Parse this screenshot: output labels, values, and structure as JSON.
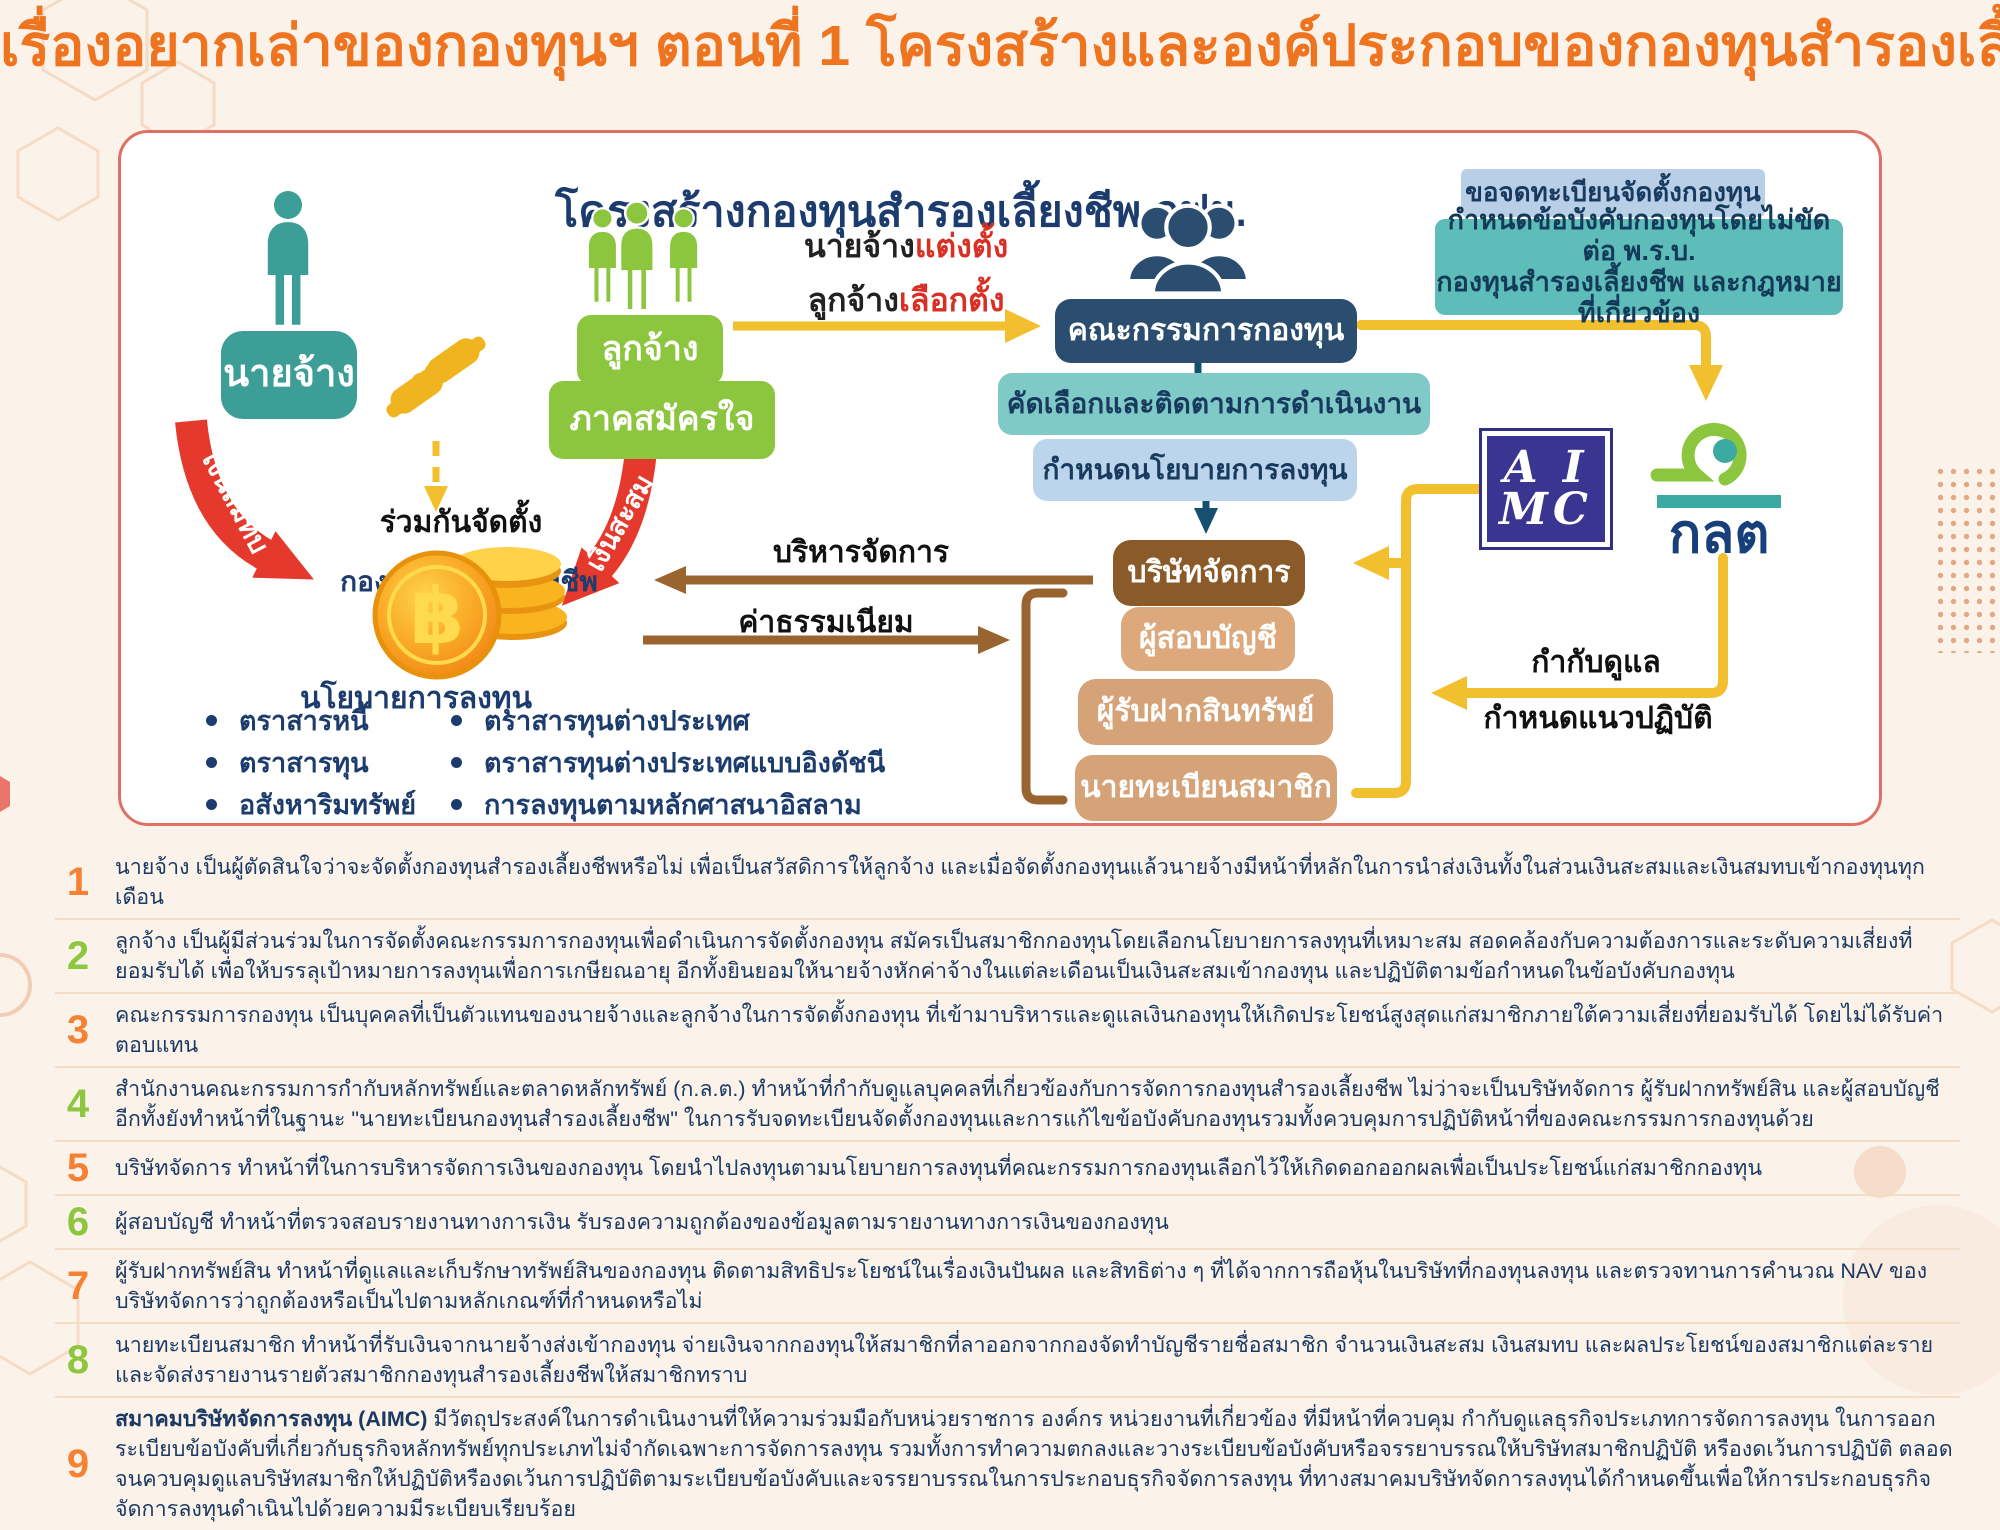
{
  "page_title": {
    "part1": "เรื่องอยากเล่าของกองทุนฯ ตอนที่ 1",
    "part2": "โครงสร้างและองค์ประกอบของกองทุนสำรองเลี้ยงชีพ"
  },
  "diagram": {
    "title": "โครงสร้างกองทุนสำรองเลี้ยงชีพ กฟผ.",
    "employer_label": "นายจ้าง",
    "employee_label_1": "ลูกจ้าง",
    "employee_label_2": "ภาคสมัครใจ",
    "joint_setup": "ร่วมกันจัดตั้ง",
    "fund_name": "กองทุนสำรองเลี้ยงชีพ",
    "contribution_employer": "เงินสมทบ",
    "contribution_employee": "เงินสะสม",
    "appoint_black_1": "นายจ้าง",
    "appoint_red_1": "แต่งตั้ง",
    "appoint_black_2": "ลูกจ้าง",
    "appoint_red_2": "เลือกตั้ง",
    "committee": "คณะกรรมการกองทุน",
    "committee_role_1": "คัดเลือกและติดตามการดำเนินงาน",
    "committee_role_2": "กำหนดนโยบายการลงทุน",
    "register_box": "ขอจดทะเบียนจัดตั้งกองทุน",
    "rules_box_line1": "กำหนดข้อบังคับกองทุนโดยไม่ขัดต่อ พ.ร.บ.",
    "rules_box_line2": "กองทุนสำรองเลี้ยงชีพ และกฎหมายที่เกี่ยวข้อง",
    "manager_box": "บริษัทจัดการ",
    "auditor_box": "ผู้สอบบัญชี",
    "custodian_box": "ผู้รับฝากสินทรัพย์",
    "registrar_box": "นายทะเบียนสมาชิก",
    "manage_arrow_label": "บริหารจัดการ",
    "fee_arrow_label": "ค่าธรรมเนียม",
    "supervise_line1": "กำกับดูแล",
    "supervise_line2": "กำหนดแนวปฏิบัติ",
    "aimc_line1": "A I",
    "aimc_line2": "MC",
    "sec_label": "กลต",
    "baht_symbol": "฿",
    "policy_title": "นโยบายการลงทุน",
    "policy_left": [
      "ตราสารหนี้",
      "ตราสารทุน",
      "อสังหาริมทรัพย์"
    ],
    "policy_right": [
      "ตราสารทุนต่างประเทศ",
      "ตราสารทุนต่างประเทศแบบอิงดัชนี",
      "การลงทุนตามหลักศาสนาอิสลาม"
    ]
  },
  "notes": [
    {
      "num": "1",
      "bold": "",
      "text": "นายจ้าง เป็นผู้ตัดสินใจว่าจะจัดตั้งกองทุนสำรองเลี้ยงชีพหรือไม่ เพื่อเป็นสวัสดิการให้ลูกจ้าง และเมื่อจัดตั้งกองทุนแล้วนายจ้างมีหน้าที่หลักในการนำส่งเงินทั้งในส่วนเงินสะสมและเงินสมทบเข้ากองทุนทุกเดือน"
    },
    {
      "num": "2",
      "bold": "",
      "text": "ลูกจ้าง เป็นผู้มีส่วนร่วมในการจัดตั้งคณะกรรมการกองทุนเพื่อดำเนินการจัดตั้งกองทุน สมัครเป็นสมาชิกกองทุนโดยเลือกนโยบายการลงทุนที่เหมาะสม สอดคล้องกับความต้องการและระดับความเสี่ยงที่ยอมรับได้ เพื่อให้บรรลุเป้าหมายการลงทุนเพื่อการเกษียณอายุ อีกทั้งยินยอมให้นายจ้างหักค่าจ้างในแต่ละเดือนเป็นเงินสะสมเข้ากองทุน และปฏิบัติตามข้อกำหนดในข้อบังคับกองทุน"
    },
    {
      "num": "3",
      "bold": "",
      "text": "คณะกรรมการกองทุน เป็นบุคคลที่เป็นตัวแทนของนายจ้างและลูกจ้างในการจัดตั้งกองทุน ที่เข้ามาบริหารและดูแลเงินกองทุนให้เกิดประโยชน์สูงสุดแก่สมาชิกภายใต้ความเสี่ยงที่ยอมรับได้ โดยไม่ได้รับค่าตอบแทน"
    },
    {
      "num": "4",
      "bold": "",
      "text": "สำนักงานคณะกรรมการกำกับหลักทรัพย์และตลาดหลักทรัพย์ (ก.ล.ต.) ทำหน้าที่กำกับดูแลบุคคลที่เกี่ยวข้องกับการจัดการกองทุนสำรองเลี้ยงชีพ ไม่ว่าจะเป็นบริษัทจัดการ ผู้รับฝากทรัพย์สิน และผู้สอบบัญชี อีกทั้งยังทำหน้าที่ในฐานะ \"นายทะเบียนกองทุนสำรองเลี้ยงชีพ\" ในการรับจดทะเบียนจัดตั้งกองทุนและการแก้ไขข้อบังคับกองทุนรวมทั้งควบคุมการปฏิบัติหน้าที่ของคณะกรรมการกองทุนด้วย"
    },
    {
      "num": "5",
      "bold": "",
      "text": "บริษัทจัดการ ทำหน้าที่ในการบริหารจัดการเงินของกองทุน โดยนำไปลงทุนตามนโยบายการลงทุนที่คณะกรรมการกองทุนเลือกไว้ให้เกิดดอกออกผลเพื่อเป็นประโยชน์แก่สมาชิกกองทุน"
    },
    {
      "num": "6",
      "bold": "",
      "text": "ผู้สอบบัญชี ทำหน้าที่ตรวจสอบรายงานทางการเงิน รับรองความถูกต้องของข้อมูลตามรายงานทางการเงินของกองทุน"
    },
    {
      "num": "7",
      "bold": "",
      "text": "ผู้รับฝากทรัพย์สิน ทำหน้าที่ดูแลและเก็บรักษาทรัพย์สินของกองทุน ติดตามสิทธิประโยชน์ในเรื่องเงินปันผล และสิทธิต่าง ๆ ที่ได้จากการถือหุ้นในบริษัทที่กองทุนลงทุน และตรวจทานการคำนวณ NAV ของบริษัทจัดการว่าถูกต้องหรือเป็นไปตามหลักเกณฑ์ที่กำหนดหรือไม่"
    },
    {
      "num": "8",
      "bold": "",
      "text": "นายทะเบียนสมาชิก ทำหน้าที่รับเงินจากนายจ้างส่งเข้ากองทุน จ่ายเงินจากกองทุนให้สมาชิกที่ลาออกจากกองจัดทำบัญชีรายชื่อสมาชิก จำนวนเงินสะสม เงินสมทบ และผลประโยชน์ของสมาชิกแต่ละรายและจัดส่งรายงานรายตัวสมาชิกกองทุนสำรองเลี้ยงชีพให้สมาชิกทราบ"
    },
    {
      "num": "9",
      "bold": "สมาคมบริษัทจัดการลงทุน (AIMC)",
      "text": " มีวัตถุประสงค์ในการดำเนินงานที่ให้ความร่วมมือกับหน่วยราชการ องค์กร หน่วยงานที่เกี่ยวข้อง ที่มีหน้าที่ควบคุม กำกับดูแลธุรกิจประเภทการจัดการลงทุน ในการออกระเบียบข้อบังคับที่เกี่ยวกับธุรกิจหลักทรัพย์ทุกประเภทไม่จำกัดเฉพาะการจัดการลงทุน รวมทั้งการทำความตกลงและวางระเบียบข้อบังคับหรือจรรยาบรรณให้บริษัทสมาชิกปฏิบัติ หรืองดเว้นการปฏิบัติ ตลอดจนควบคุมดูแลบริษัทสมาชิกให้ปฏิบัติหรืองดเว้นการปฏิบัติตามระเบียบข้อบังคับและจรรยาบรรณในการประกอบธุรกิจจัดการลงทุน ที่ทางสมาคมบริษัทจัดการลงทุนได้กำหนดขึ้นเพื่อให้การประกอบธุรกิจจัดการลงทุนดำเนินไปด้วยความมีระเบียบเรียบร้อย"
    }
  ],
  "colors": {
    "title_orange": "#ef7420",
    "navy": "#1d3c6e",
    "employer_teal": "#3c9e96",
    "employee_green": "#8cc63f",
    "connector_yellow": "#f2bf2e",
    "arrow_red": "#e6392d",
    "manager_brown": "#8a5a28",
    "tan": "#d6a277",
    "teal_light": "#7fcac6",
    "blue_light": "#bdd5ec",
    "teal_mid": "#5fbdb9",
    "brown_line": "#9a6430",
    "number_orange": "#f58233",
    "number_green": "#8dc63f",
    "aimc_indigo": "#3a3591",
    "sec_green": "#8cc63f",
    "sec_teal": "#3caaa3"
  }
}
